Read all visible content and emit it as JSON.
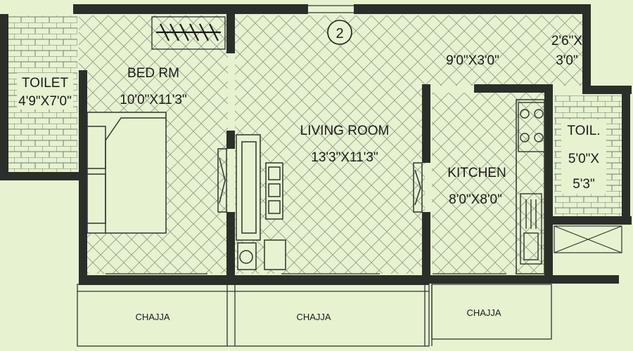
{
  "colors": {
    "background": "#e6f2d0",
    "wall": "#2a2f2a",
    "line": "#2f352f",
    "hatch": "#8c9a86",
    "tile": "#6f7d6b"
  },
  "icons": [
    "unit-number-circle",
    "wardrobe-hanger-icon",
    "bed-icon",
    "sofa-icon",
    "hob-burner-icon",
    "sink-icon",
    "window-icon",
    "door-icon"
  ],
  "unit": {
    "number": "2"
  },
  "rooms": {
    "toilet_left": {
      "name": "TOILET",
      "size": "4'9\"X7'0\""
    },
    "bedroom": {
      "name": "BED RM",
      "size": "10'0\"X11'3\""
    },
    "living": {
      "name": "LIVING ROOM",
      "size": "13'3\"X11'3\""
    },
    "passage": {
      "size": "9'0\"X3'0\""
    },
    "store": {
      "size_l1": "2'6\"X",
      "size_l2": "3'0\""
    },
    "kitchen": {
      "name": "KITCHEN",
      "size": "8'0\"X8'0\""
    },
    "toilet_right": {
      "name": "TOIL.",
      "size_l1": "5'0\"X",
      "size_l2": "5'3\""
    }
  },
  "chajja": [
    "CHAJJA",
    "CHAJJA",
    "CHAJJA"
  ]
}
